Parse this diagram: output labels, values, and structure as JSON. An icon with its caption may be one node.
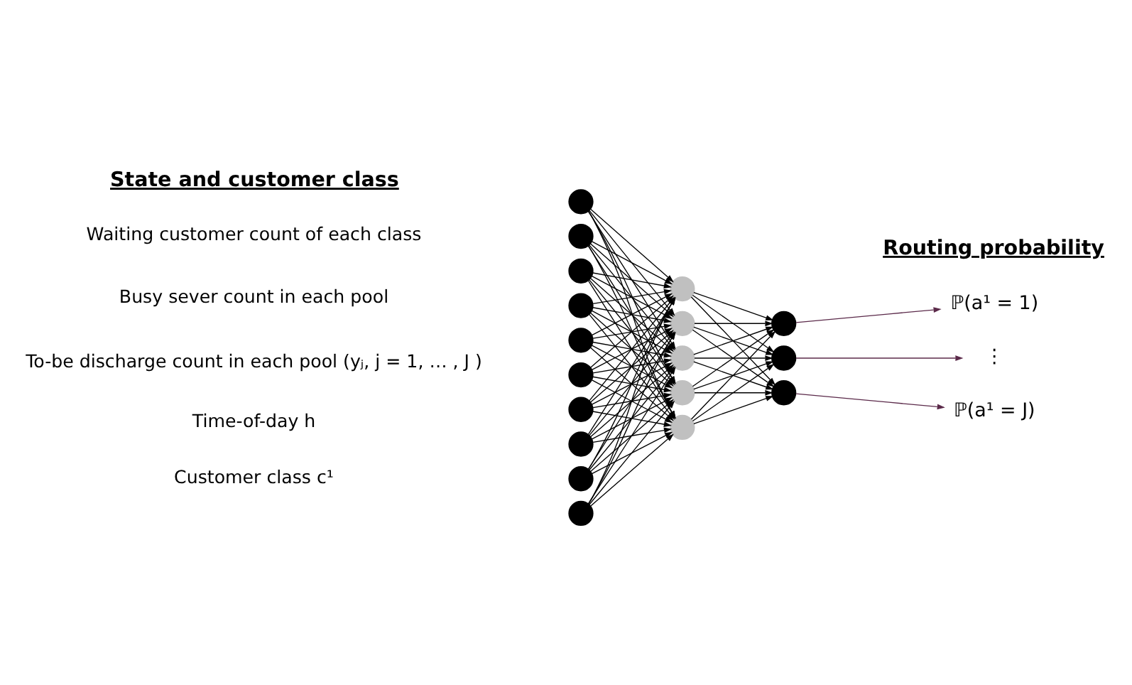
{
  "diagram": {
    "nodes": [
      {
        "text": [],
        "shape": "circle"
      },
      {
        "text": [],
        "shape": "circle"
      },
      {
        "text": [],
        "shape": "circle"
      },
      {
        "text": [],
        "shape": "circle"
      },
      {
        "text": [],
        "shape": "circle"
      },
      {
        "text": [],
        "shape": "circle"
      },
      {
        "text": [],
        "shape": "circle"
      },
      {
        "text": [],
        "shape": "circle"
      },
      {
        "text": [],
        "shape": "circle"
      },
      {
        "text": [],
        "shape": "circle"
      },
      {
        "text": [],
        "shape": "circle"
      },
      {
        "text": [],
        "shape": "circle"
      },
      {
        "text": [],
        "shape": "circle"
      },
      {
        "text": [],
        "shape": "circle"
      },
      {
        "text": [],
        "shape": "circle"
      },
      {
        "text": [],
        "shape": "circle"
      },
      {
        "text": [],
        "shape": "circle"
      },
      {
        "text": [],
        "shape": "circle"
      },
      {
        "text": [
          "ℙ(a¹ = 1)"
        ]
      },
      {
        "text": [
          "⋮"
        ]
      },
      {
        "text": [
          "ℙ(a¹ = J)"
        ]
      }
    ],
    "edges": [
      {
        "from": 0,
        "to": 10,
        "arrow": "to"
      },
      {
        "from": 0,
        "to": 11,
        "arrow": "to"
      },
      {
        "from": 0,
        "to": 12,
        "arrow": "to"
      },
      {
        "from": 0,
        "to": 13,
        "arrow": "to"
      },
      {
        "from": 0,
        "to": 14,
        "arrow": "to"
      },
      {
        "from": 1,
        "to": 10,
        "arrow": "to"
      },
      {
        "from": 1,
        "to": 11,
        "arrow": "to"
      },
      {
        "from": 1,
        "to": 12,
        "arrow": "to"
      },
      {
        "from": 1,
        "to": 13,
        "arrow": "to"
      },
      {
        "from": 1,
        "to": 14,
        "arrow": "to"
      },
      {
        "from": 2,
        "to": 10,
        "arrow": "to"
      },
      {
        "from": 2,
        "to": 11,
        "arrow": "to"
      },
      {
        "from": 2,
        "to": 12,
        "arrow": "to"
      },
      {
        "from": 2,
        "to": 13,
        "arrow": "to"
      },
      {
        "from": 2,
        "to": 14,
        "arrow": "to"
      },
      {
        "from": 3,
        "to": 10,
        "arrow": "to"
      },
      {
        "from": 3,
        "to": 11,
        "arrow": "to"
      },
      {
        "from": 3,
        "to": 12,
        "arrow": "to"
      },
      {
        "from": 3,
        "to": 13,
        "arrow": "to"
      },
      {
        "from": 3,
        "to": 14,
        "arrow": "to"
      },
      {
        "from": 4,
        "to": 10,
        "arrow": "to"
      },
      {
        "from": 4,
        "to": 11,
        "arrow": "to"
      },
      {
        "from": 4,
        "to": 12,
        "arrow": "to"
      },
      {
        "from": 4,
        "to": 13,
        "arrow": "to"
      },
      {
        "from": 4,
        "to": 14,
        "arrow": "to"
      },
      {
        "from": 5,
        "to": 10,
        "arrow": "to"
      },
      {
        "from": 5,
        "to": 11,
        "arrow": "to"
      },
      {
        "from": 5,
        "to": 12,
        "arrow": "to"
      },
      {
        "from": 5,
        "to": 13,
        "arrow": "to"
      },
      {
        "from": 5,
        "to": 14,
        "arrow": "to"
      },
      {
        "from": 6,
        "to": 10,
        "arrow": "to"
      },
      {
        "from": 6,
        "to": 11,
        "arrow": "to"
      },
      {
        "from": 6,
        "to": 12,
        "arrow": "to"
      },
      {
        "from": 6,
        "to": 13,
        "arrow": "to"
      },
      {
        "from": 6,
        "to": 14,
        "arrow": "to"
      },
      {
        "from": 7,
        "to": 10,
        "arrow": "to"
      },
      {
        "from": 7,
        "to": 11,
        "arrow": "to"
      },
      {
        "from": 7,
        "to": 12,
        "arrow": "to"
      },
      {
        "from": 7,
        "to": 13,
        "arrow": "to"
      },
      {
        "from": 7,
        "to": 14,
        "arrow": "to"
      },
      {
        "from": 8,
        "to": 10,
        "arrow": "to"
      },
      {
        "from": 8,
        "to": 11,
        "arrow": "to"
      },
      {
        "from": 8,
        "to": 12,
        "arrow": "to"
      },
      {
        "from": 8,
        "to": 13,
        "arrow": "to"
      },
      {
        "from": 8,
        "to": 14,
        "arrow": "to"
      },
      {
        "from": 9,
        "to": 10,
        "arrow": "to"
      },
      {
        "from": 9,
        "to": 11,
        "arrow": "to"
      },
      {
        "from": 9,
        "to": 12,
        "arrow": "to"
      },
      {
        "from": 9,
        "to": 13,
        "arrow": "to"
      },
      {
        "from": 9,
        "to": 14,
        "arrow": "to"
      },
      {
        "from": 10,
        "to": 15,
        "arrow": "to"
      },
      {
        "from": 10,
        "to": 16,
        "arrow": "to"
      },
      {
        "from": 10,
        "to": 17,
        "arrow": "to"
      },
      {
        "from": 11,
        "to": 15,
        "arrow": "to"
      },
      {
        "from": 11,
        "to": 16,
        "arrow": "to"
      },
      {
        "from": 11,
        "to": 17,
        "arrow": "to"
      },
      {
        "from": 12,
        "to": 15,
        "arrow": "to"
      },
      {
        "from": 12,
        "to": 16,
        "arrow": "to"
      },
      {
        "from": 12,
        "to": 17,
        "arrow": "to"
      },
      {
        "from": 13,
        "to": 15,
        "arrow": "to"
      },
      {
        "from": 13,
        "to": 16,
        "arrow": "to"
      },
      {
        "from": 13,
        "to": 17,
        "arrow": "to"
      },
      {
        "from": 14,
        "to": 15,
        "arrow": "to"
      },
      {
        "from": 14,
        "to": 16,
        "arrow": "to"
      },
      {
        "from": 14,
        "to": 17,
        "arrow": "to"
      },
      {
        "from": 15,
        "to": 18,
        "arrow": "to",
        "color": "#5b2a4a"
      },
      {
        "from": 16,
        "to": 19,
        "arrow": "to",
        "color": "#5b2a4a"
      },
      {
        "from": 17,
        "to": 20,
        "arrow": "to",
        "color": "#5b2a4a"
      }
    ],
    "labels": [
      "State and customer class",
      "Routing probability",
      "Waiting customer count of each class",
      "Busy sever count in each pool",
      "To-be discharge count in each pool (yⱼ, j = 1, … , J )",
      "Time-of-day h",
      "Customer class c¹"
    ]
  }
}
